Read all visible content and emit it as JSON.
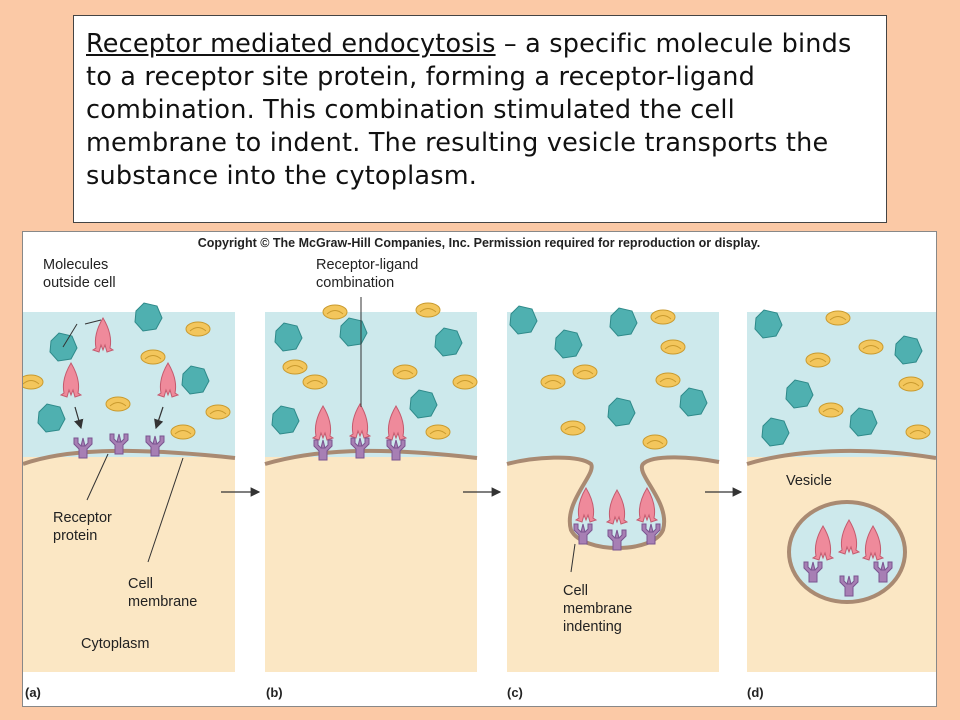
{
  "definition": {
    "term": "Receptor mediated endocytosis",
    "text": " – a specific molecule binds to a receptor site protein, forming a receptor-ligand combination. This combination stimulated the cell membrane to indent. The resulting vesicle transports the substance into the cytoplasm."
  },
  "figure": {
    "copyright": "Copyright © The McGraw-Hill Companies, Inc. Permission required for reproduction or display.",
    "labels": {
      "molecules_1": "Molecules",
      "molecules_2": "outside cell",
      "receptor_1": "Receptor",
      "receptor_2": "protein",
      "cell_membrane_1": "Cell",
      "cell_membrane_2": "membrane",
      "cytoplasm": "Cytoplasm",
      "receptor_ligand_1": "Receptor-ligand",
      "receptor_ligand_2": "combination",
      "indent_1": "Cell",
      "indent_2": "membrane",
      "indent_3": "indenting",
      "vesicle": "Vesicle"
    },
    "panels": [
      "(a)",
      "(b)",
      "(c)",
      "(d)"
    ]
  },
  "colors": {
    "background": "#fbc9a6",
    "extracellular": "#cde9ec",
    "cytoplasm": "#fbe7c4",
    "membrane": "#a98a72",
    "receptor": "#a77fb4",
    "ligand": "#ef8a9b",
    "teal_molecule": "#4fb0b0",
    "yellow_molecule": "#f3c65c"
  }
}
